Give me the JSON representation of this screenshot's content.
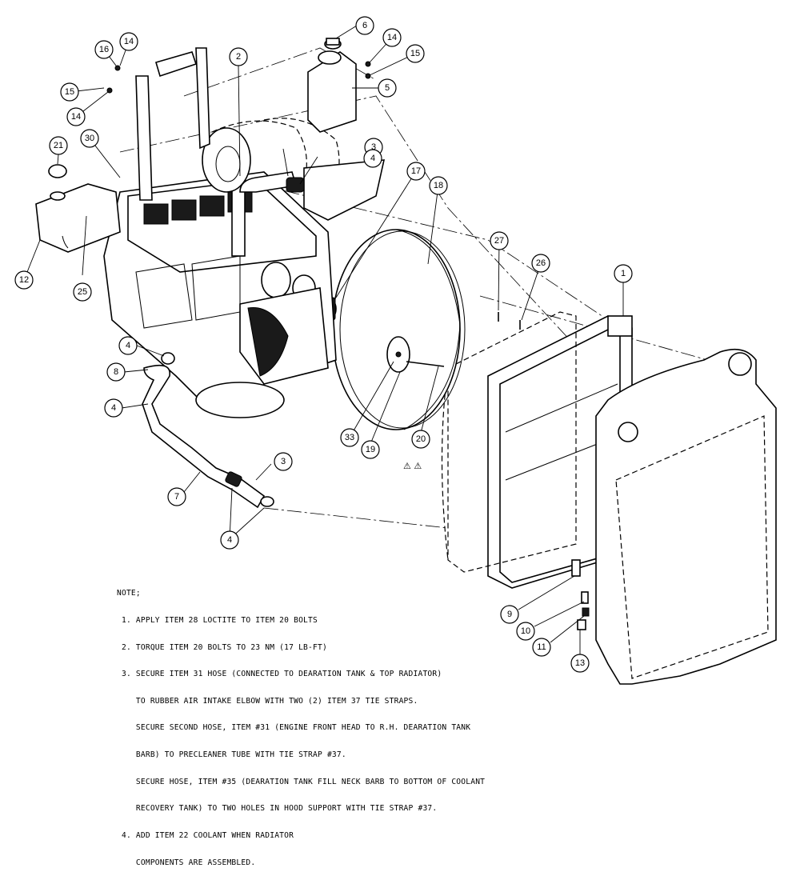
{
  "notes": {
    "header": "NOTE;",
    "lines": [
      " 1. APPLY ITEM 28 LOCTITE TO ITEM 20 BOLTS",
      " 2. TORQUE ITEM 20 BOLTS TO 23 NM (17 LB-FT)",
      " 3. SECURE ITEM 31 HOSE (CONNECTED TO DEARATION TANK & TOP RADIATOR)",
      "    TO RUBBER AIR INTAKE ELBOW WITH TWO (2) ITEM 37 TIE STRAPS.",
      "    SECURE SECOND HOSE, ITEM #31 (ENGINE FRONT HEAD TO R.H. DEARATION TANK",
      "    BARB) TO PRECLEANER TUBE WITH TIE STRAP #37.",
      "    SECURE HOSE, ITEM #35 (DEARATION TANK FILL NECK BARB TO BOTTOM OF COOLANT",
      "    RECOVERY TANK) TO TWO HOLES IN HOOD SUPPORT WITH TIE STRAP #37.",
      " 4. ADD ITEM 22 COOLANT WHEN RADIATOR",
      "    COMPONENTS ARE ASSEMBLED."
    ]
  },
  "callouts": [
    {
      "label": "1"
    },
    {
      "label": "2"
    },
    {
      "label": "3"
    },
    {
      "label": "3"
    },
    {
      "label": "4"
    },
    {
      "label": "4"
    },
    {
      "label": "4"
    },
    {
      "label": "4"
    },
    {
      "label": "5"
    },
    {
      "label": "6"
    },
    {
      "label": "7"
    },
    {
      "label": "8"
    },
    {
      "label": "9"
    },
    {
      "label": "10"
    },
    {
      "label": "11"
    },
    {
      "label": "12"
    },
    {
      "label": "13"
    },
    {
      "label": "14"
    },
    {
      "label": "14"
    },
    {
      "label": "14"
    },
    {
      "label": "15"
    },
    {
      "label": "15"
    },
    {
      "label": "16"
    },
    {
      "label": "17"
    },
    {
      "label": "18"
    },
    {
      "label": "19"
    },
    {
      "label": "20"
    },
    {
      "label": "21"
    },
    {
      "label": "25"
    },
    {
      "label": "26"
    },
    {
      "label": "27"
    },
    {
      "label": "30"
    },
    {
      "label": "33"
    }
  ],
  "warning_symbols": "⚠ ⚠"
}
